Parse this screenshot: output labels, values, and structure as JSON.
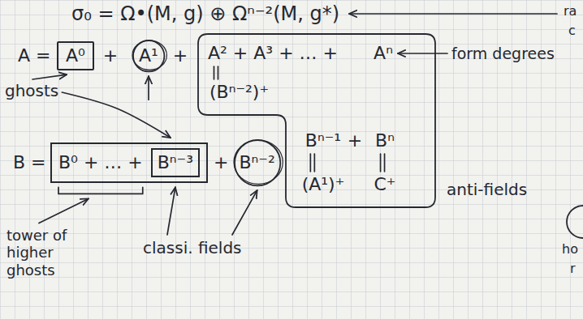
{
  "diagram": {
    "title": "σ₀ = Ω•(M, g) ⊕ Ωⁿ⁻²(M, g*)",
    "nodes": [
      {
        "text": [
          "A⁰"
        ]
      },
      {
        "text": [
          "A¹"
        ]
      },
      {
        "text": [
          "A² + A³ + … +",
          "Aⁿ",
          "(Bⁿ⁻²)⁺",
          "Bⁿ⁻¹",
          "+",
          "Bⁿ",
          "(A¹)⁺",
          "C⁺"
        ]
      },
      {
        "text": [
          "B⁰ + … +"
        ]
      },
      {
        "text": [
          "Bⁿ⁻³"
        ],
        "in": 3
      },
      {
        "text": [
          "Bⁿ⁻²"
        ]
      }
    ],
    "labels": [
      "ra",
      "c",
      "A =",
      "+",
      "+",
      "form degrees",
      "ghosts",
      "B =",
      "+",
      "anti-fields",
      "tower of higher ghosts",
      "classi. fields",
      "ho",
      "r"
    ]
  }
}
